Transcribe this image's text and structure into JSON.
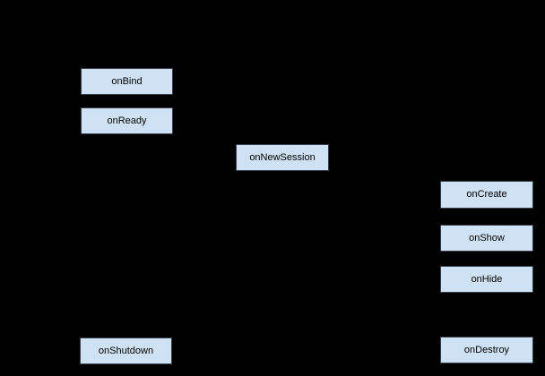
{
  "diagram": {
    "description": "Service lifecycle flow diagram on a black (transparent) background; connector arrows are not visible against the background",
    "colors": {
      "background": "#000000",
      "node_fill": "#cfe2f3",
      "node_border": "#37404a",
      "node_text": "#000000"
    },
    "nodes": [
      {
        "id": "onBind",
        "label": "onBind"
      },
      {
        "id": "onReady",
        "label": "onReady"
      },
      {
        "id": "onNewSession",
        "label": "onNewSession"
      },
      {
        "id": "onCreate",
        "label": "onCreate"
      },
      {
        "id": "onShow",
        "label": "onShow"
      },
      {
        "id": "onHide",
        "label": "onHide"
      },
      {
        "id": "onDestroy",
        "label": "onDestroy"
      },
      {
        "id": "onShutdown",
        "label": "onShutdown"
      }
    ]
  }
}
